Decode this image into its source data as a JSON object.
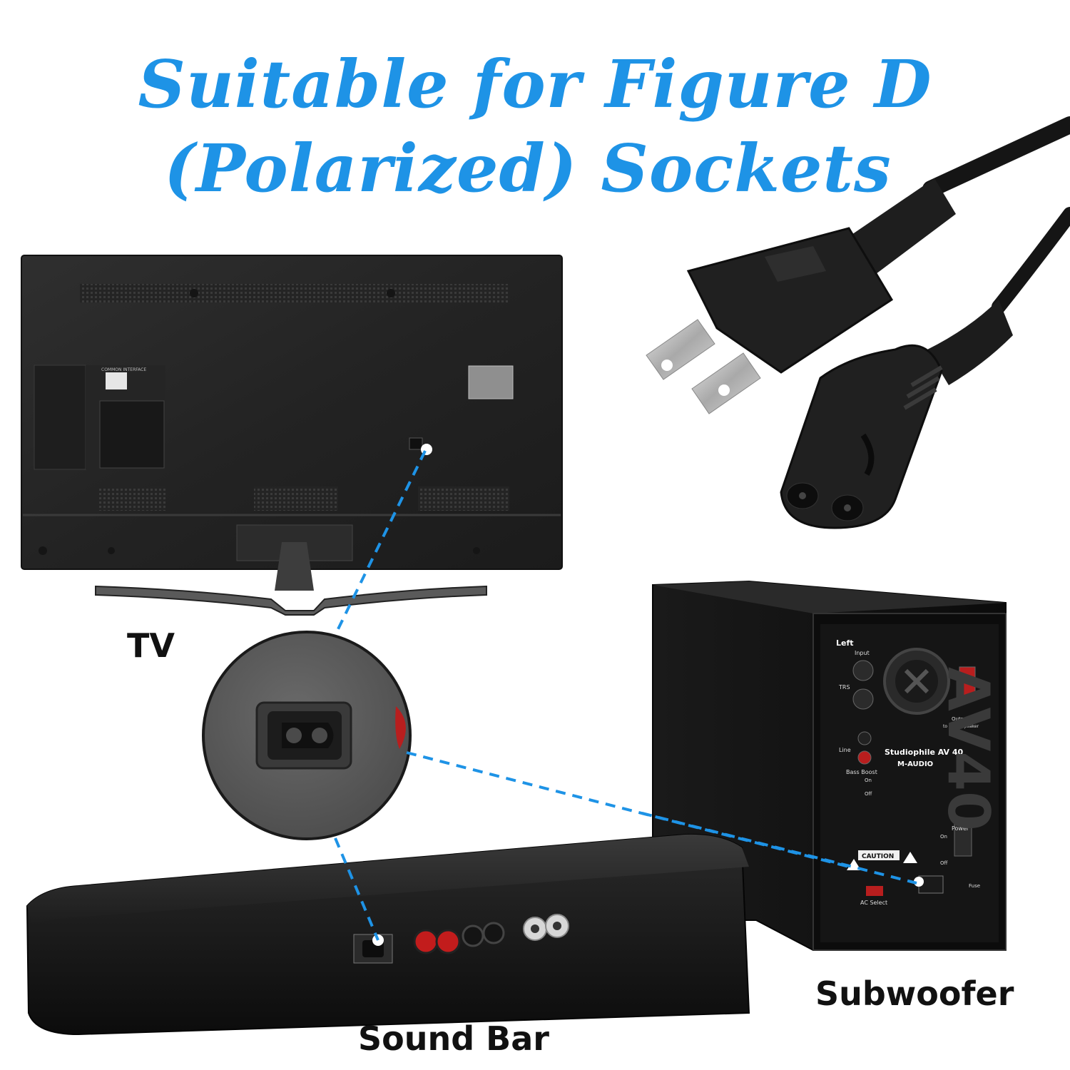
{
  "headline": {
    "line1": "Suitable for Figure D",
    "line2": "(Polarized) Sockets",
    "color": "#1e93e6"
  },
  "labels": {
    "tv": "TV",
    "subwoofer": "Subwoofer",
    "sound_bar": "Sound Bar"
  },
  "colors": {
    "connector_line": "#1e93e6",
    "device_body": "#1a1a1a",
    "zoom_circle": "#5a5a5a"
  },
  "speaker_panel": {
    "side_letter": "Left",
    "input": "Input",
    "trs": "TRS",
    "line": "Line",
    "bass_boost": "Bass Boost",
    "on": "On",
    "off": "Off",
    "output": "Output",
    "to_right_speaker": "to Right Speaker",
    "model": "Studiophile AV 40",
    "brand": "M-AUDIO",
    "power": "Power",
    "caution": "CAUTION",
    "ac_select": "AC Select",
    "fuse": "Fuse",
    "logo": "AV40"
  },
  "tv_panel": {
    "common_interface": "COMMON INTERFACE"
  }
}
